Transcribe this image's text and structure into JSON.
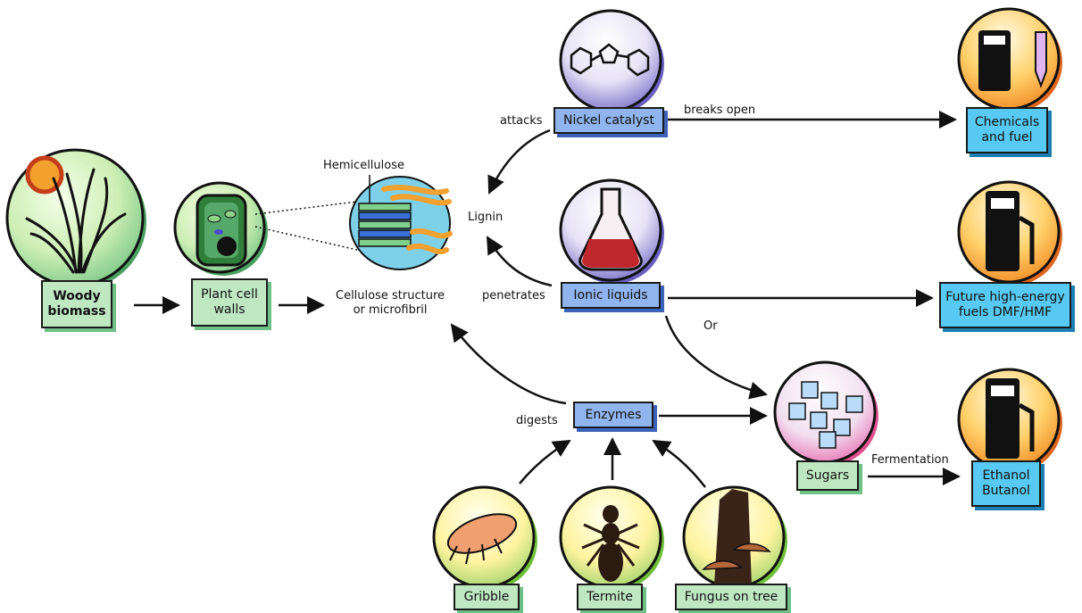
{
  "nodes": {
    "woody_biomass": "Woody\nbiomass",
    "plant_cell_walls": "Plant cell\nwalls",
    "nickel_catalyst": "Nickel catalyst",
    "ionic_liquids": "Ionic liquids",
    "enzymes": "Enzymes",
    "sugars": "Sugars",
    "chemicals_fuel": "Chemicals\nand fuel",
    "future_fuels": "Future high-energy\nfuels DMF/HMF",
    "ethanol_butanol": "Ethanol\nButanol",
    "gribble": "Gribble",
    "termite": "Termite",
    "fungus": "Fungus on tree"
  },
  "labels": {
    "hemicellulose": "Hemicellulose",
    "lignin": "Lignin",
    "cellulose": "Cellulose structure\nor microfibril",
    "attacks": "attacks",
    "breaks_open": "breaks open",
    "penetrates": "penetrates",
    "or": "Or",
    "digests": "digests",
    "fermentation": "Fermentation"
  },
  "colors": {
    "green_box": "#bfe8c2",
    "blue_box": "#8fb4ee",
    "cyan_box": "#58c9f2",
    "outline": "#1a1a1a"
  }
}
